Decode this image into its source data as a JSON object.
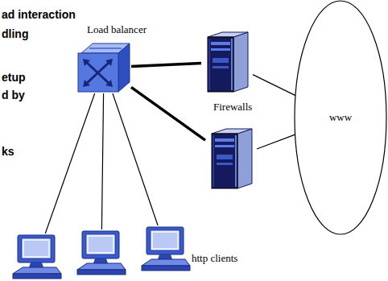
{
  "diagram": {
    "nodes": [
      {
        "text": [
          "Load balancer"
        ]
      },
      {
        "text": [
          "Firewalls"
        ]
      },
      {
        "text": [
          "www"
        ]
      },
      {
        "text": [
          "http clients"
        ]
      }
    ],
    "edges": [
      {
        "from": 0,
        "to": 1,
        "arrow": "none"
      },
      {
        "from": 1,
        "to": 2,
        "arrow": "none"
      },
      {
        "from": 0,
        "to": 3,
        "arrow": "none"
      }
    ],
    "labels": [
      "ad interaction",
      "dling",
      "etup",
      "d by",
      "ks"
    ]
  }
}
